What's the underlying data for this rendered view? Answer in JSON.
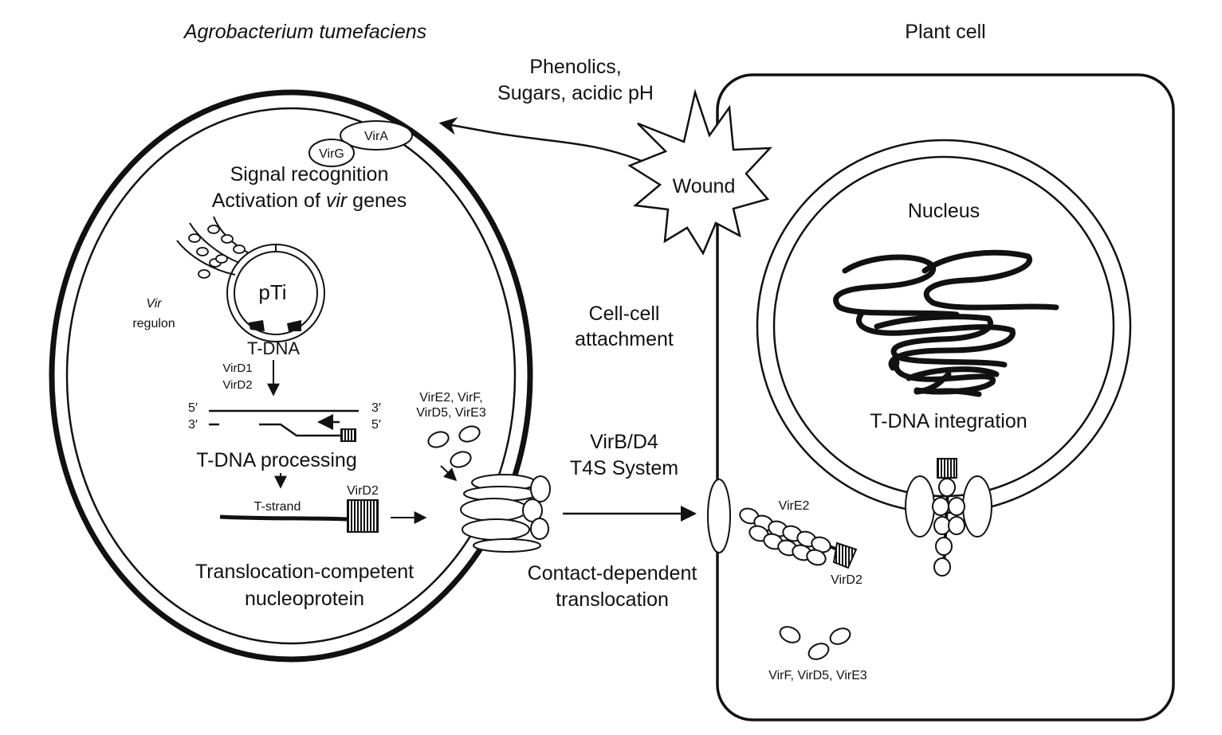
{
  "labels": {
    "bacterium": "Agrobacterium tumefaciens",
    "plant": "Plant cell",
    "signals_line1": "Phenolics,",
    "signals_line2": "Sugars, acidic pH",
    "wound": "Wound",
    "vira": "VirA",
    "virg": "VirG",
    "signal_recognition": "Signal recognition",
    "activation_prefix": "Activation of ",
    "activation_vir": "vir",
    "activation_suffix": " genes",
    "vir_regulon_1": "Vir",
    "vir_regulon_2": "regulon",
    "pti": "pTi",
    "tdna": "T-DNA",
    "vird1": "VirD1",
    "vird2_a": "VirD2",
    "five_prime_l": "5′",
    "three_prime_l": "3′",
    "three_prime_r": "3′",
    "five_prime_r": "5′",
    "tdna_processing": "T-DNA processing",
    "tstrand": "T-strand",
    "vird2_b": "VirD2",
    "translocation_1": "Translocation-competent",
    "translocation_2": "nucleoprotein",
    "effectors_1": "VirE2, VirF,",
    "effectors_2": "VirD5, VirE3",
    "cell_attach_1": "Cell-cell",
    "cell_attach_2": "attachment",
    "t4s_1": "VirB/D4",
    "t4s_2": "T4S System",
    "contact_1": "Contact-dependent",
    "contact_2": "translocation",
    "nucleus": "Nucleus",
    "integration": "T-DNA integration",
    "vire2": "VirE2",
    "vird2_c": "VirD2",
    "plant_effectors": "VirF, VirD5, VirE3"
  }
}
